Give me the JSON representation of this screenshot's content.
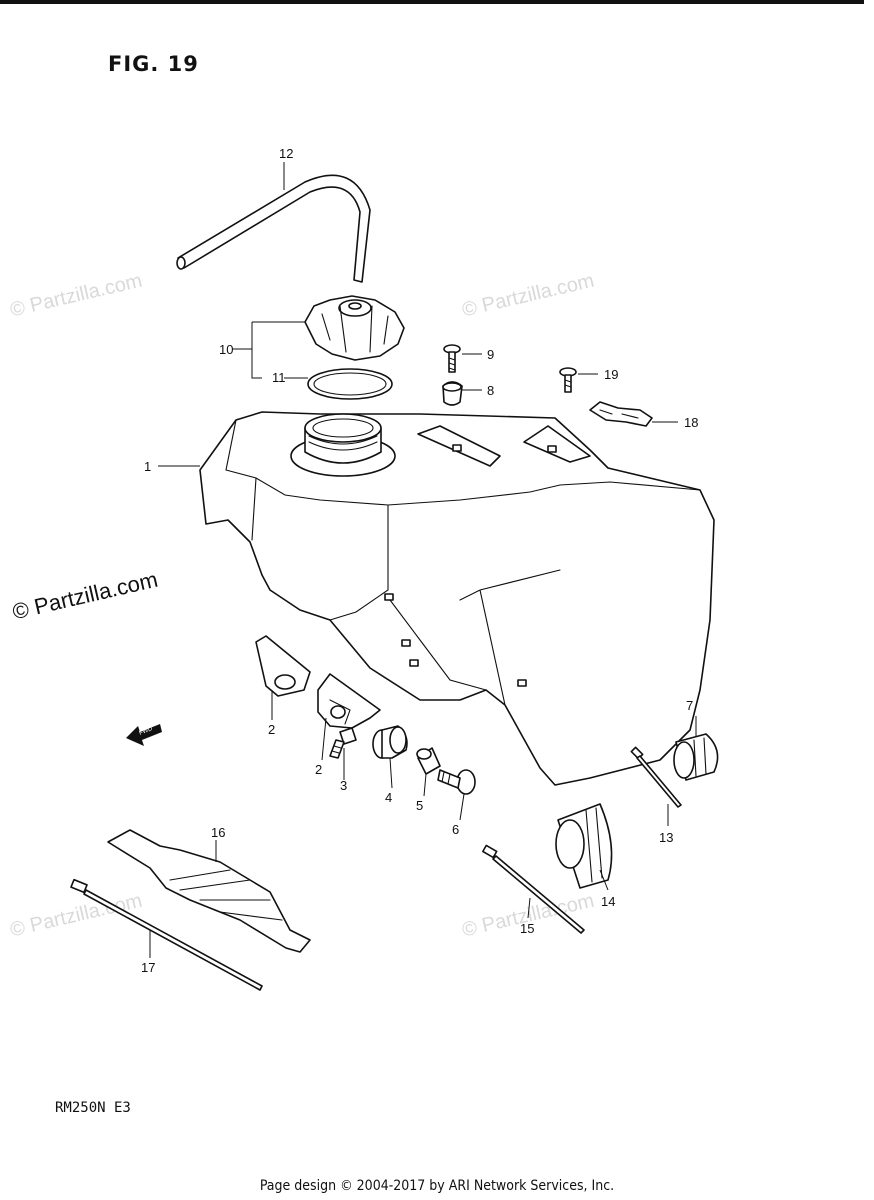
{
  "figure": {
    "title": "FIG. 19"
  },
  "model": "RM250N E3",
  "footer": "Page design © 2004-2017 by ARI Network Services, Inc.",
  "watermark": {
    "light": "© Partzilla.com",
    "dark": "© Partzilla.com"
  },
  "fwd_label": "FWD",
  "callouts": [
    "1",
    "2",
    "2",
    "3",
    "4",
    "5",
    "6",
    "7",
    "8",
    "9",
    "10",
    "11",
    "12",
    "13",
    "14",
    "15",
    "16",
    "17",
    "18",
    "19"
  ]
}
